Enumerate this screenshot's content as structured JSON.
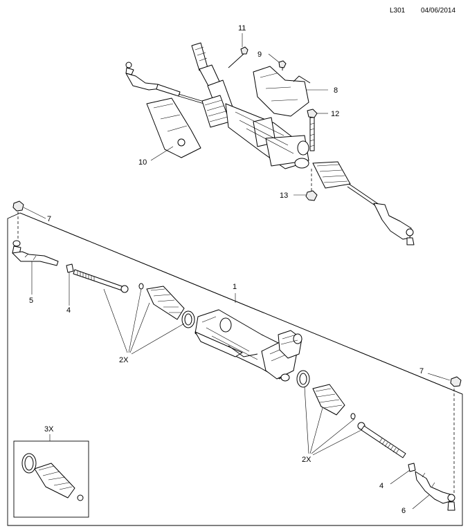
{
  "header": {
    "code": "L301",
    "date": "04/06/2014"
  },
  "callouts": {
    "c1": "1",
    "c2x_left": "2X",
    "c2x_right": "2X",
    "c3x": "3X",
    "c4_left": "4",
    "c4_right": "4",
    "c5": "5",
    "c6": "6",
    "c7_left": "7",
    "c7_right": "7",
    "c8": "8",
    "c9": "9",
    "c10": "10",
    "c11": "11",
    "c12": "12",
    "c13": "13"
  },
  "colors": {
    "line": "#000000",
    "background": "#ffffff"
  }
}
